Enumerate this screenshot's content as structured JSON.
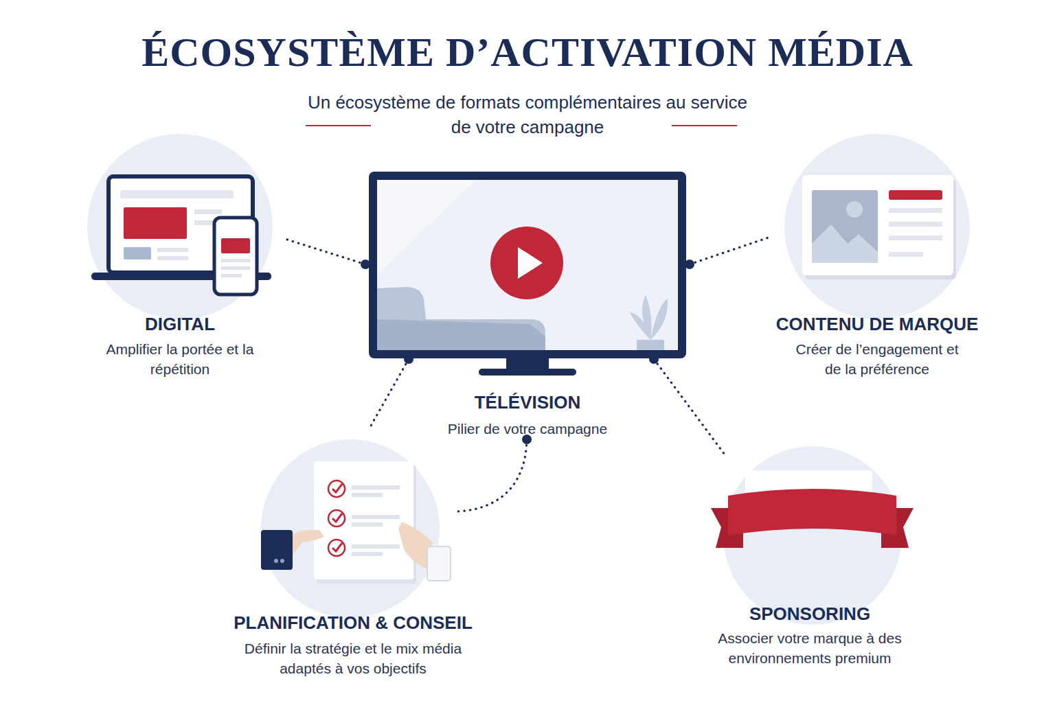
{
  "diagram": {
    "title": "ÉCOSYSTÈME D’ACTIVATION MÉDIA",
    "caption": "Un écosystème de formats complémentaires au service de votre campagne",
    "nodes": [
      {
        "text": [
          "DIGITAL",
          "Amplifier la portée et la répétition"
        ]
      },
      {
        "text": [
          "TÉLÉVISION",
          "Pilier de votre campagne"
        ]
      },
      {
        "text": [
          "CONTENU DE MARQUE",
          "Créer de l’engagement et de la préférence"
        ]
      },
      {
        "text": [
          "PLANIFICATION & CONSEIL",
          "Définir la stratégie et le mix média adaptés à vos objectifs"
        ]
      },
      {
        "text": [
          "SPONSORING",
          "Associer votre marque à des environnements premium"
        ]
      }
    ],
    "edges": [
      {
        "from": 1,
        "to": 0,
        "arrow": "none"
      },
      {
        "from": 1,
        "to": 2,
        "arrow": "none"
      },
      {
        "from": 1,
        "to": 3,
        "arrow": "none"
      },
      {
        "from": 1,
        "to": 3,
        "arrow": "none"
      },
      {
        "from": 1,
        "to": 4,
        "arrow": "none"
      }
    ]
  }
}
